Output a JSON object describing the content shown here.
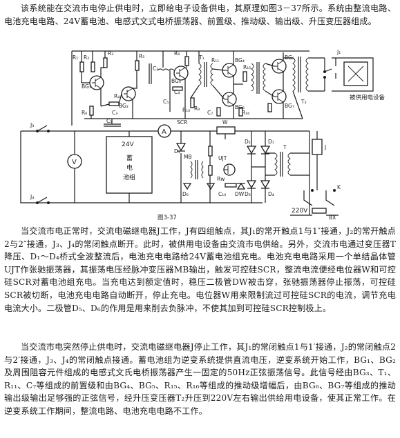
{
  "paragraphs": {
    "intro": "该系统能在交流市电停止供电时，立即给电子设备供电，其原理如图3－37所示。系统由整流电路、电池充电电路、24V蓄电池、电感式文式电桥振荡器、前置级、推动级、输出级、升压变压器组成。",
    "normal": "当交流市电正常时，交流电磁继电器J工作，J有四组触点，其J₁的常开触点1与1″接通，J₂的常开触点2与2″接通，J₃、J₄的常闭触点断开。此时，被供用电设备由交流市电供给。另外，交流市电通过变压器T降压、D₁～D₄桥式全波整流后，电池充电电路给24V蓄电池组充电。电池充电电路采用一个单结晶体管UJT作张驰振荡器，其振荡电压经脉冲变压器MB输出，触发可控硅SCR，整流电流便经电位器W和可控硅SCR对蓄电池组充电。当充电达到额定值时，稳压二极管DW被击穿，张驰振荡器停止振荡，可控硅SCR被切断，电池充电电路自动断开，停止充电。电位器W用来限制流过可控硅SCR的电流，调节充电电流大小。二极管D₅、D₆的作用是用来削去负脉冲，不使其加到可控硅SCR控制极上。",
    "failure": "当交流市电突然停止供电时，交流电磁继电器J停止工作，其J₁的常闭触点1与1′接通，J₂的常闭触点2与2′接通，J₃、J₄的常闭触点接通。蓄电池组为逆变系统提供直流电压，逆变系统开始工作，BG₁、BG₂及周围阻容元件组成的电感式文氏电桥振荡器产生一固定的50Hz正弦振荡信号。此信号经由BG₃、T₁、R₁₁、C₇等组成的前置级和由BG₄、BG₅、R₁₅、R₁₆等组成的推动级增幅后，由BG₆、BG₇等组成的推动输出级输出足够强的正弦信号，经升压变压器T₂升压到220V左右输出供给用电设备，使其正常工作。在逆变系统工作期间，整流电路、电池充电电路不工作。"
  },
  "schematic": {
    "figure_caption": "图3-37",
    "battery_line1": "24V",
    "battery_line2": "蓄",
    "battery_line3": "电",
    "battery_line4": "池组",
    "load_label": "被供用电设备",
    "mains_label": "220V",
    "labels": {
      "BG1": "BG₁",
      "BG2": "BG₂",
      "BG3": "BG₃",
      "BG4": "BG₄",
      "BG5": "BG₅",
      "BG6": "BG₆",
      "BG7": "BG₇",
      "T1": "T₁",
      "T2": "T₂",
      "T": "T",
      "J": "J",
      "J1": "J₁",
      "J3": "J₃",
      "J4": "J₄",
      "SCR": "SCR",
      "W": "W",
      "UJT": "UJT",
      "MB": "MB",
      "DW": "DW",
      "D1": "D₁",
      "D2": "D₂",
      "D3": "D₃",
      "D4": "D₄",
      "D5": "D₅",
      "D6": "D₆",
      "BX": "BX",
      "K": "K",
      "A": "A",
      "V": "V",
      "R1": "R₁",
      "R2": "R₂",
      "R3": "R₃",
      "R4": "R₄",
      "R5": "R₅",
      "R6": "R₆",
      "R8": "R₈",
      "R9": "R₉",
      "R10": "R₁₀",
      "R11": "R₁₁",
      "R15": "R₁₅",
      "R16": "R₁₆",
      "C1": "C₁",
      "C2": "C₂",
      "C3": "C₃",
      "C4": "C₄",
      "C5": "C₅",
      "C7": "C₇",
      "Cc": "C₁₀",
      "Rw": "Rw"
    }
  }
}
